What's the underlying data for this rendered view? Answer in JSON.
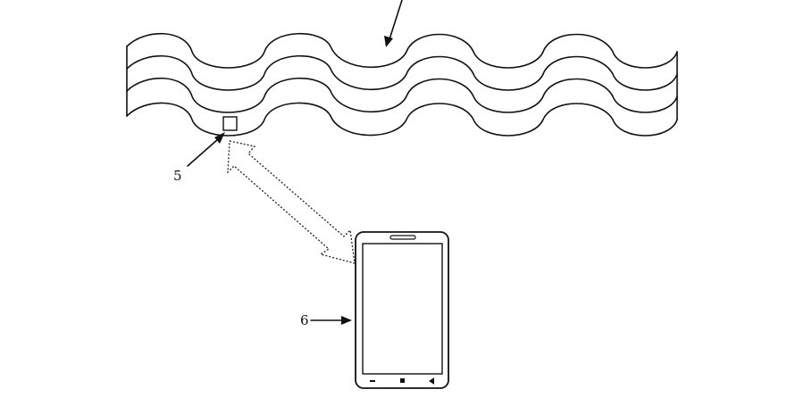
{
  "figure": {
    "reference_labels": {
      "sensor": "5",
      "phone": "6"
    },
    "wave_layers": 3,
    "phone_buttons": [
      "back-icon",
      "home-icon",
      "menu-icon"
    ],
    "line_color": "#111111"
  }
}
